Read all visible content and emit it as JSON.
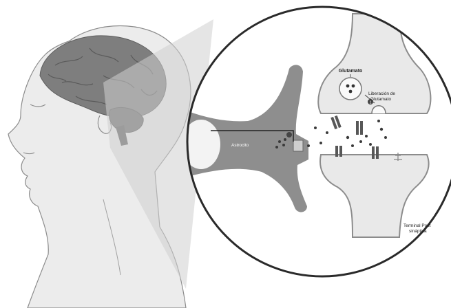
{
  "labels": {
    "glutamate": "Glutamato",
    "release_line1": "Liberación de",
    "release_line2": "Glutamato",
    "release_step": "1",
    "astrocyte": "Astrocito",
    "terminal_line1": "Terminal Post",
    "terminal_line2": "sináptica"
  },
  "colors": {
    "skin": "#ececec",
    "skin_outline": "#8c8c8c",
    "brain": "#7e7e7e",
    "astrocyte": "#8e8e8e",
    "neuron": "#e9e9e9",
    "receptor": "#575757",
    "dots": "#3a3a3a"
  }
}
